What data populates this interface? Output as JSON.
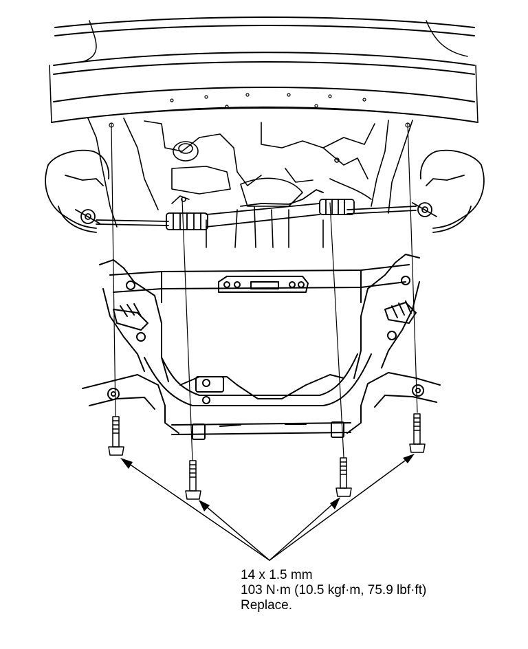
{
  "callout": {
    "bolt_size": "14 x 1.5 mm",
    "torque": "103 N·m (10.5 kgf·m, 75.9 lbf·ft)",
    "instruction": "Replace."
  },
  "colors": {
    "line": "#000000",
    "background": "#ffffff"
  }
}
